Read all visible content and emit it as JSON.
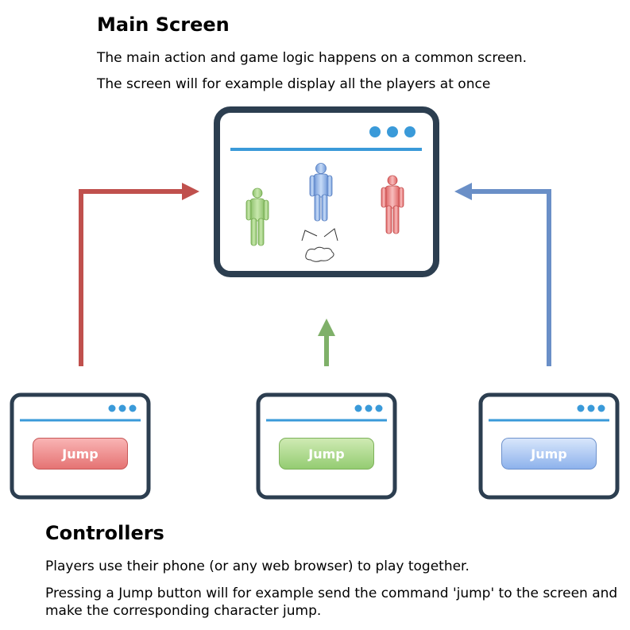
{
  "main_screen": {
    "title": "Main Screen",
    "line1": "The main action and game logic happens on a common screen.",
    "line2": "The screen will for example display all the players at once"
  },
  "controllers": {
    "title": "Controllers",
    "line1": "Players use their phone (or any web browser) to play together.",
    "line2": "Pressing a Jump button will for example send the command 'jump' to the screen and make the corresponding character jump.",
    "buttons": [
      {
        "label": "Jump",
        "color": "#e57373"
      },
      {
        "label": "Jump",
        "color": "#94cc72"
      },
      {
        "label": "Jump",
        "color": "#8db2ec"
      }
    ]
  },
  "colors": {
    "frame": "#2c3e50",
    "accent_line": "#3a9ad9",
    "arrow_red": "#c0504d",
    "arrow_green": "#7fb069",
    "arrow_blue": "#6a8fc7"
  }
}
